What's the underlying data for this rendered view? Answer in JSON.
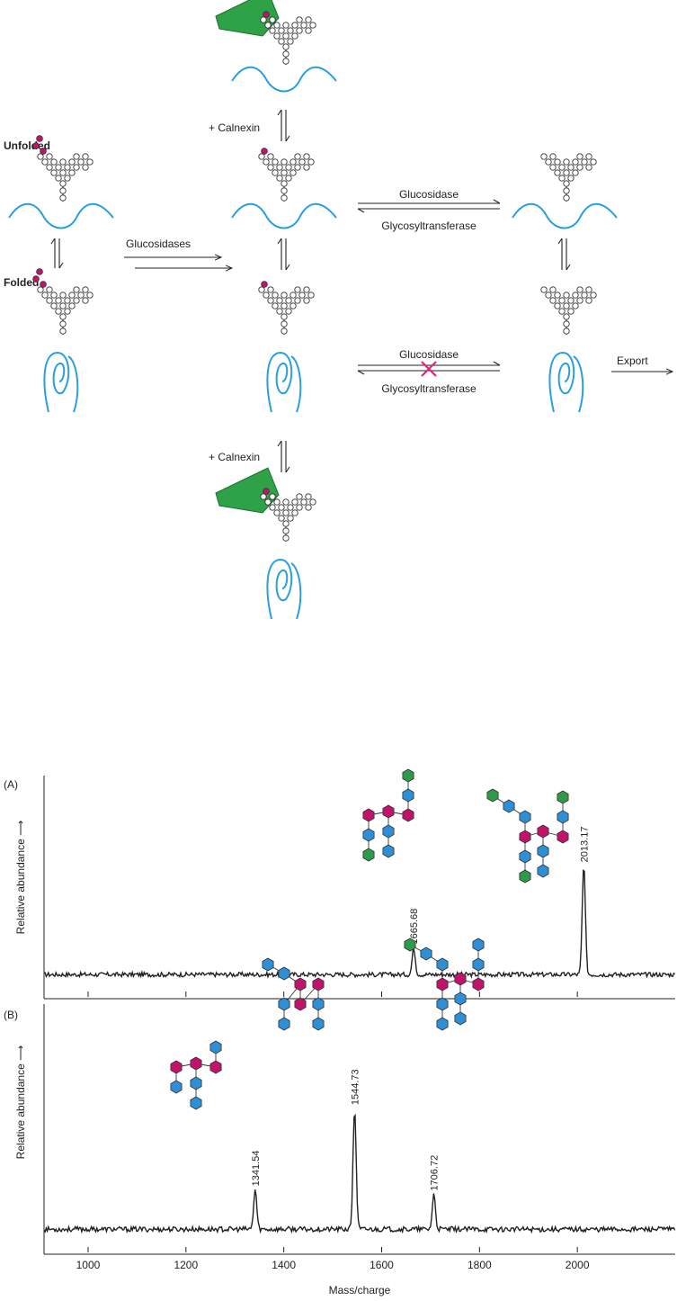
{
  "colors": {
    "protein": "#2a9fe0",
    "glucose": "#c2136b",
    "mannose": "#2f8fd6",
    "fucose": "#2e9a4a",
    "calnexin": "#2ea246",
    "inhibit": "#e0267c",
    "ink": "#222222"
  },
  "icons": {
    "chain": "oligosaccharide-chain-icon",
    "calnexin": "calnexin-icon",
    "unfolded": "unfolded-protein-icon",
    "folded": "folded-protein-icon",
    "blocked": "blocked-x-icon"
  },
  "cycle": {
    "unfolded_label": "Unfolded",
    "folded_label": "Folded",
    "calnexin_top": "+ Calnexin",
    "calnexin_bottom": "+ Calnexin",
    "glucosidases": "Glucosidases",
    "glucosidase_top": "Glucosidase",
    "glycosyltransferase_top": "Glycosyltransferase",
    "glucosidase_bottom": "Glucosidase",
    "glycosyltransferase_bottom": "Glycosyltransferase",
    "export": "Export"
  },
  "chart_data": [
    {
      "type": "line",
      "panel": "(A)",
      "ylabel": "Relative abundance",
      "arrow": "⟶",
      "xlim": [
        910,
        2200
      ],
      "ylim": [
        0,
        1
      ],
      "ticks": [
        1000,
        1200,
        1400,
        1600,
        1800,
        2000
      ],
      "show_tick_labels": false,
      "peaks": [
        {
          "x": 1665.68,
          "label": "1665.68",
          "y": 0.13
        },
        {
          "x": 2013.17,
          "label": "2013.17",
          "y": 0.53
        }
      ]
    },
    {
      "type": "line",
      "panel": "(B)",
      "ylabel": "Relative abundance",
      "arrow": "⟶",
      "xlabel": "Mass/charge",
      "xlim": [
        910,
        2200
      ],
      "ylim": [
        0,
        1
      ],
      "ticks": [
        1000,
        1200,
        1400,
        1600,
        1800,
        2000
      ],
      "tick_labels": [
        "1000",
        "1200",
        "1400",
        "1600",
        "1800",
        "2000"
      ],
      "show_tick_labels": true,
      "peaks": [
        {
          "x": 1341.54,
          "label": "1341.54",
          "y": 0.17
        },
        {
          "x": 1544.73,
          "label": "1544.73",
          "y": 0.52
        },
        {
          "x": 1706.72,
          "label": "1706.72",
          "y": 0.15
        }
      ]
    }
  ]
}
